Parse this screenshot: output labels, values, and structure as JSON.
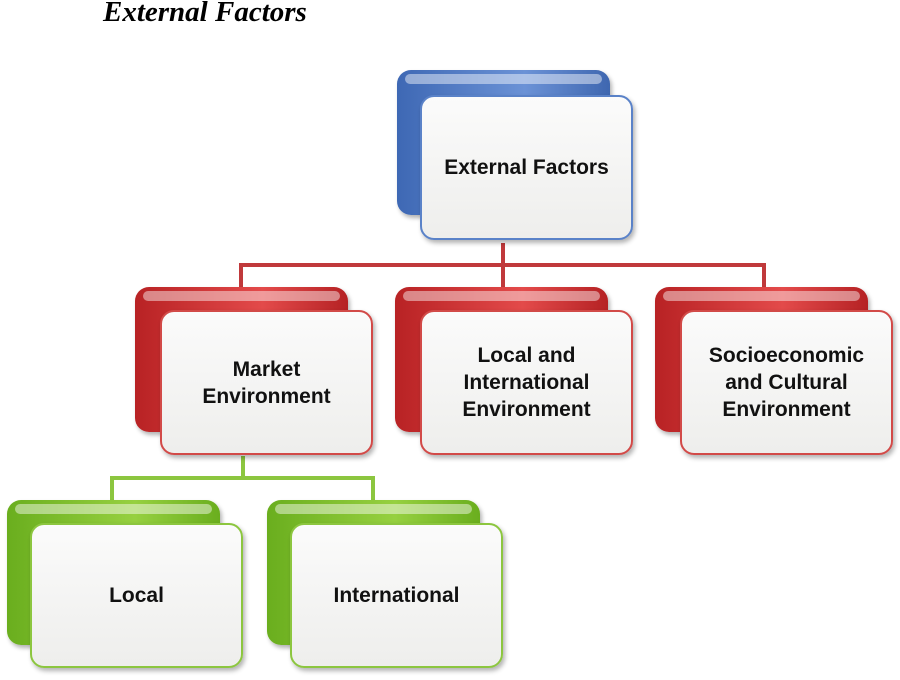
{
  "title": "External Factors",
  "colors": {
    "root": "#4a74c0",
    "level1": "#c8302f",
    "level2": "#7cbc2c"
  },
  "diagram": {
    "root": {
      "label": "External Factors"
    },
    "level1": [
      {
        "label": "Market Environment"
      },
      {
        "label": "Local and International Environment"
      },
      {
        "label": "Socioeconomic and Cultural Environment"
      }
    ],
    "level2": [
      {
        "label": "Local",
        "parent": "Market Environment"
      },
      {
        "label": "International",
        "parent": "Market Environment"
      }
    ]
  }
}
